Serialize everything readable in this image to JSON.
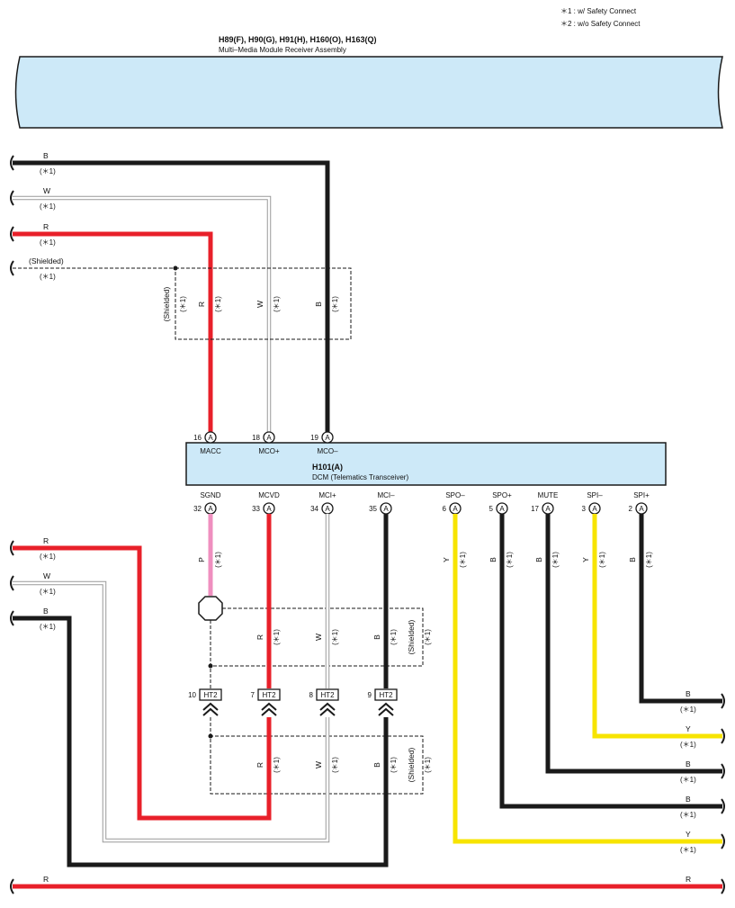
{
  "legend": {
    "note1": "＊1 : w/ Safety Connect",
    "note2": "＊2 : w/o Safety Connect"
  },
  "receiver": {
    "code": "H89(F), H90(G), H91(H), H160(O), H163(Q)",
    "name": "Multi–Media Module Receiver Assembly"
  },
  "dcm": {
    "code": "H101(A)",
    "name": "DCM (Telematics Transceiver)",
    "top_pins": [
      {
        "num": "16",
        "conn": "A",
        "label": "MACC"
      },
      {
        "num": "18",
        "conn": "A",
        "label": "MCO+"
      },
      {
        "num": "19",
        "conn": "A",
        "label": "MCO–"
      }
    ],
    "bottom_pins": [
      {
        "num": "32",
        "conn": "A",
        "label": "SGND"
      },
      {
        "num": "33",
        "conn": "A",
        "label": "MCVD"
      },
      {
        "num": "34",
        "conn": "A",
        "label": "MCI+"
      },
      {
        "num": "35",
        "conn": "A",
        "label": "MCI–"
      },
      {
        "num": "6",
        "conn": "A",
        "label": "SPO–"
      },
      {
        "num": "5",
        "conn": "A",
        "label": "SPO+"
      },
      {
        "num": "17",
        "conn": "A",
        "label": "MUTE"
      },
      {
        "num": "3",
        "conn": "A",
        "label": "SPI–"
      },
      {
        "num": "2",
        "conn": "A",
        "label": "SPI+"
      }
    ]
  },
  "junction": {
    "name": "HT2",
    "pins": [
      "10",
      "7",
      "8",
      "9"
    ]
  },
  "left_wires": [
    {
      "color": "B",
      "note": "(＊1)"
    },
    {
      "color": "W",
      "note": "(＊1)"
    },
    {
      "color": "R",
      "note": "(＊1)"
    },
    {
      "color": "(Shielded)",
      "note": "(＊1)"
    }
  ],
  "left_wires_lower": [
    {
      "color": "R",
      "note": "(＊1)"
    },
    {
      "color": "W",
      "note": "(＊1)"
    },
    {
      "color": "B",
      "note": "(＊1)"
    }
  ],
  "upper_vertical_labels": [
    {
      "text": "(Shielded)",
      "note": "(＊1)"
    },
    {
      "text": "R",
      "note": "(＊1)"
    },
    {
      "text": "W",
      "note": "(＊1)"
    },
    {
      "text": "B",
      "note": "(＊1)"
    }
  ],
  "dcm_drop_labels": [
    {
      "text": "P",
      "note": "(＊1)"
    },
    {
      "text": "R",
      "note": "(＊1)"
    },
    {
      "text": "Y",
      "note": "(＊1)"
    },
    {
      "text": "B",
      "note": "(＊1)"
    },
    {
      "text": "B",
      "note": "(＊1)"
    },
    {
      "text": "Y",
      "note": "(＊1)"
    },
    {
      "text": "B",
      "note": "(＊1)"
    }
  ],
  "shield_box_labels": [
    {
      "text": "R",
      "note": "(＊1)"
    },
    {
      "text": "W",
      "note": "(＊1)"
    },
    {
      "text": "B",
      "note": "(＊1)"
    },
    {
      "text": "(Shielded)",
      "note": "(＊1)"
    }
  ],
  "right_wires": [
    {
      "color": "B",
      "note": "(＊1)"
    },
    {
      "color": "Y",
      "note": "(＊1)"
    },
    {
      "color": "B",
      "note": "(＊1)"
    },
    {
      "color": "B",
      "note": "(＊1)"
    },
    {
      "color": "Y",
      "note": "(＊1)"
    }
  ],
  "bottom_wire": {
    "left": "R",
    "right": "R"
  },
  "colors": {
    "black": "#1a1a1a",
    "red": "#e8202a",
    "pink": "#ef8fbf",
    "yellow": "#f7e400",
    "white_wire": "#9a9a9a",
    "component_fill": "#cde9f8"
  }
}
